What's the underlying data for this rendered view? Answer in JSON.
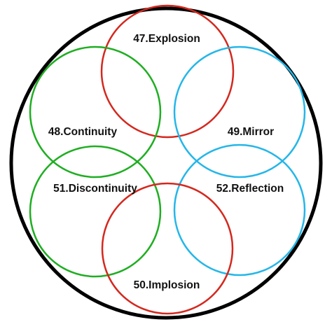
{
  "circles": [
    {
      "id": "explosion",
      "label": "47.Explosion",
      "color": "#d4281e"
    },
    {
      "id": "continuity",
      "label": "48.Continuity",
      "color": "#1fae22"
    },
    {
      "id": "mirror",
      "label": "49.Mirror",
      "color": "#25b6e8"
    },
    {
      "id": "implosion",
      "label": "50.Implosion",
      "color": "#d4281e"
    },
    {
      "id": "discontinuity",
      "label": "51.Discontinuity",
      "color": "#1fae22"
    },
    {
      "id": "reflection",
      "label": "52.Reflection",
      "color": "#25b6e8"
    }
  ],
  "outer_ring_color": "#000000"
}
